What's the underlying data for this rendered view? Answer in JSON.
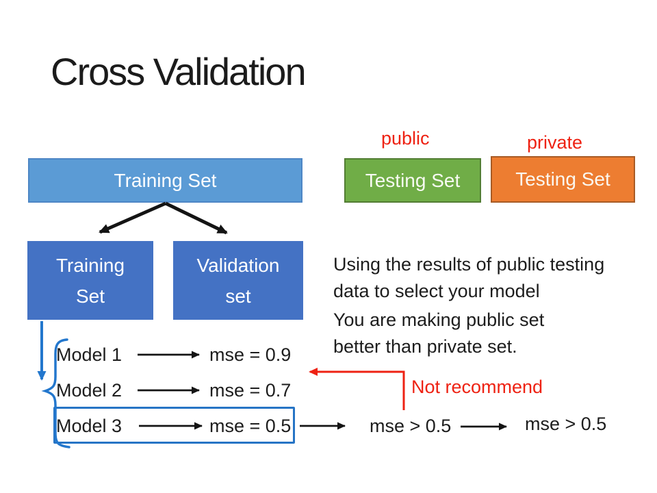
{
  "title": "Cross Validation",
  "colors": {
    "training_main_fill": "#5b9bd5",
    "training_sub_fill": "#4472c4",
    "testing_public_fill": "#70ad47",
    "testing_private_fill": "#ed7d31",
    "red_accent": "#ee2213",
    "blue_line": "#2377cd",
    "black_line": "#141414"
  },
  "boxes": {
    "training_main": {
      "label": "Training Set"
    },
    "training_sub": {
      "line1": "Training",
      "line2": "Set"
    },
    "validation": {
      "line1": "Validation",
      "line2": "set"
    },
    "testing_public": {
      "label": "Testing Set",
      "tag": "public"
    },
    "testing_private": {
      "label": "Testing Set",
      "tag": "private"
    }
  },
  "note": {
    "p1": [
      "Using the results of public testing",
      "data to select your model"
    ],
    "p2": [
      "You are making public set",
      "better than private set."
    ]
  },
  "models": [
    {
      "name": "Model 1",
      "mse": "mse = 0.9"
    },
    {
      "name": "Model 2",
      "mse": "mse = 0.7"
    },
    {
      "name": "Model 3",
      "mse": "mse = 0.5"
    }
  ],
  "flow": {
    "public_mse": "mse > 0.5",
    "private_mse": "mse > 0.5",
    "warning": "Not recommend"
  }
}
